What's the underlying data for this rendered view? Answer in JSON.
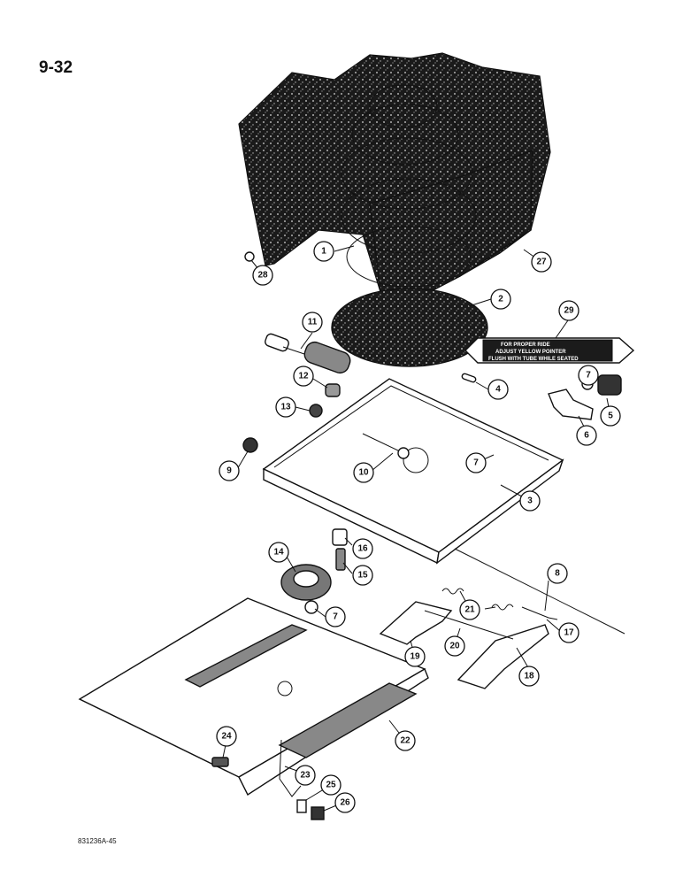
{
  "page": {
    "number": "9-32",
    "figure_code": "831236A-45"
  },
  "decal": {
    "lines": [
      "FOR PROPER RIDE",
      "ADJUST YELLOW POINTER",
      "FLUSH WITH TUBE WHILE SEATED"
    ]
  },
  "callouts": [
    {
      "part": "1"
    },
    {
      "part": "2"
    },
    {
      "part": "3"
    },
    {
      "part": "4"
    },
    {
      "part": "5"
    },
    {
      "part": "6"
    },
    {
      "part": "7"
    },
    {
      "part": "7"
    },
    {
      "part": "7"
    },
    {
      "part": "8"
    },
    {
      "part": "9"
    },
    {
      "part": "10"
    },
    {
      "part": "11"
    },
    {
      "part": "12"
    },
    {
      "part": "13"
    },
    {
      "part": "14"
    },
    {
      "part": "15"
    },
    {
      "part": "16"
    },
    {
      "part": "17"
    },
    {
      "part": "18"
    },
    {
      "part": "19"
    },
    {
      "part": "20"
    },
    {
      "part": "21"
    },
    {
      "part": "22"
    },
    {
      "part": "23"
    },
    {
      "part": "24"
    },
    {
      "part": "25"
    },
    {
      "part": "26"
    },
    {
      "part": "27"
    },
    {
      "part": "28"
    },
    {
      "part": "29"
    }
  ]
}
